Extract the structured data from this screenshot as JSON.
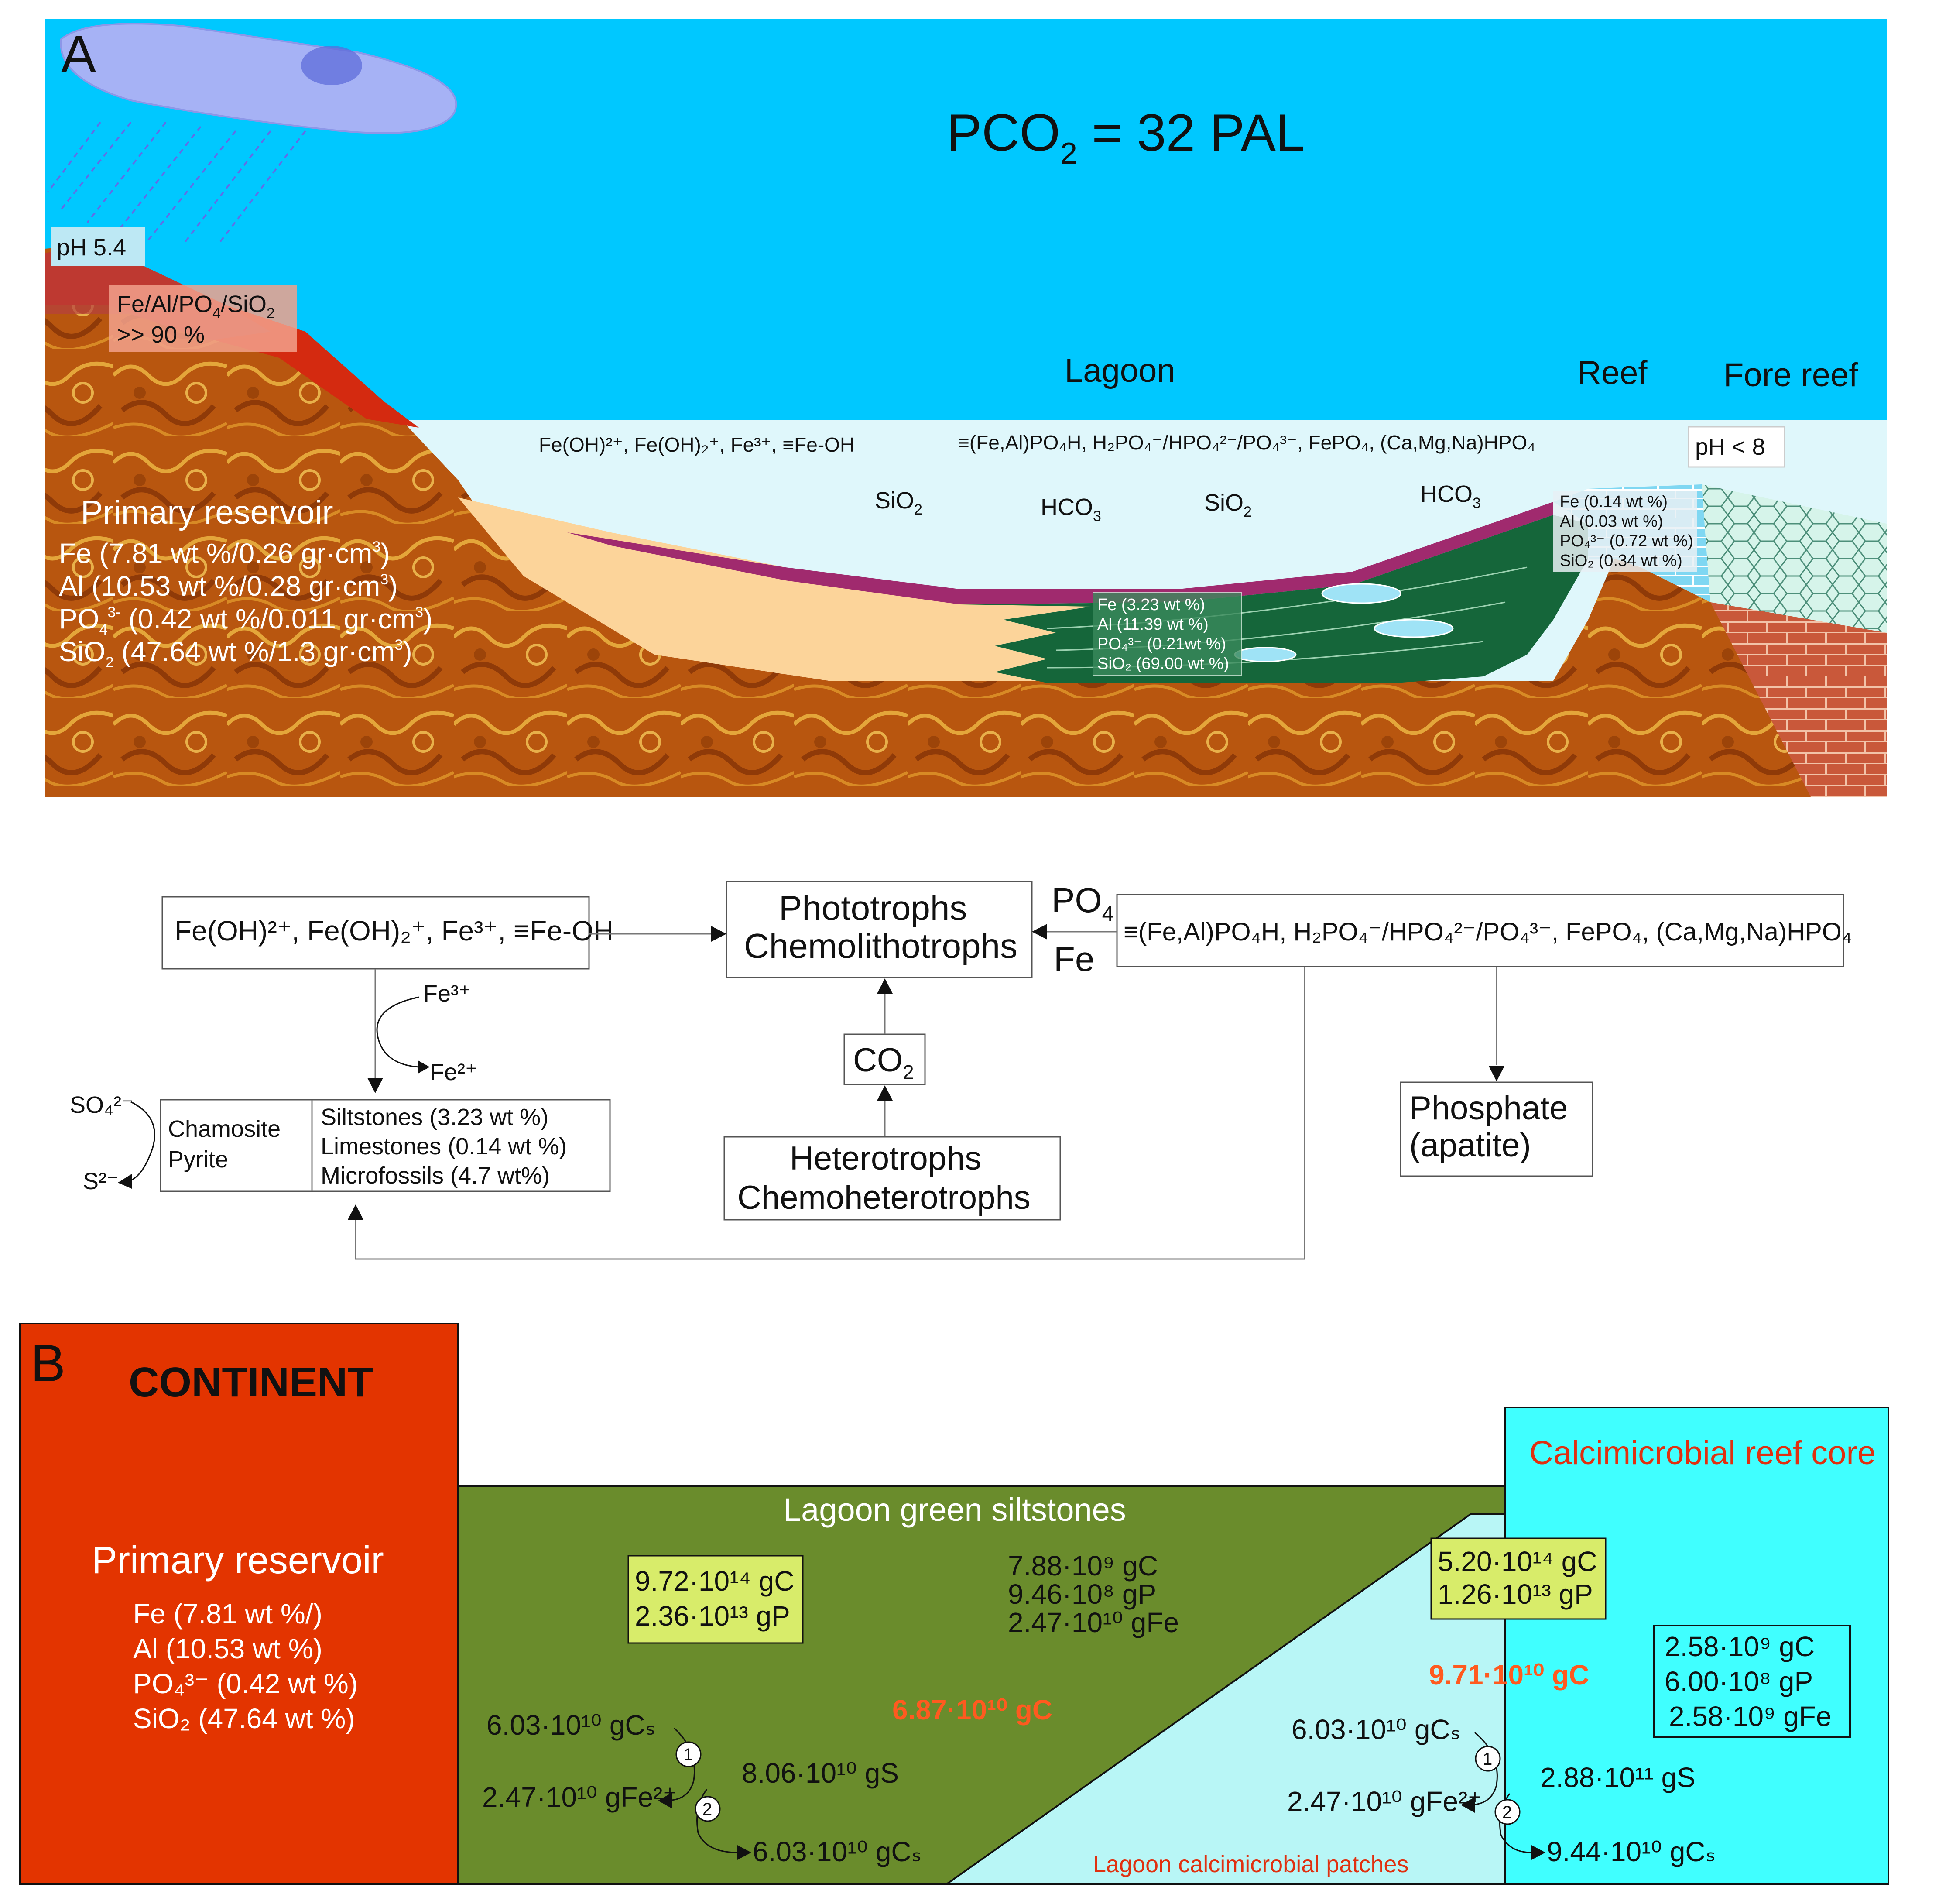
{
  "panelA": {
    "label": "A",
    "pco2": {
      "main": "PCO",
      "sub": "2",
      "rest": " = 32 PAL"
    },
    "ph_land": "pH  5.4",
    "ph_reef": "pH < 8",
    "fe_box": {
      "pre": "Fe/Al/PO",
      "sub": "4",
      "post": "/SiO",
      "sub2": "2",
      "line2": ">> 90 %"
    },
    "zones": {
      "lagoon": "Lagoon",
      "reef": "Reef",
      "forereef": "Fore reef"
    },
    "primary": {
      "title": "Primary reservoir",
      "fe": "Fe (7.81 wt %/0.26 gr·cm",
      "al": "Al (10.53 wt %/0.28 gr·cm",
      "po4": "PO",
      "po4_rest": " (0.42 wt %/0.011 gr·cm",
      "sio2": "SiO",
      "sio2_rest": " (47.64 wt %/1.3 gr·cm",
      "sup3": "3",
      "close": ")"
    },
    "water_species_left": "Fe(OH)²⁺, Fe(OH)₂⁺, Fe³⁺, ≡Fe-OH",
    "water_species_right": "≡(Fe,Al)PO₄H, H₂PO₄⁻/HPO₄²⁻/PO₄³⁻, FePO₄, (Ca,Mg,Na)HPO₄",
    "water_labels": [
      "SiO",
      "HCO",
      "SiO",
      "HCO"
    ],
    "water_subs": [
      "2",
      "3",
      "2",
      "3"
    ],
    "silt_box": [
      "Fe (3.23 wt %)",
      "Al (11.39 wt %)",
      "PO₄³⁻ (0.21wt %)",
      "SiO₂ (69.00 wt %)"
    ],
    "reef_box": [
      "Fe (0.14 wt %)",
      "Al (0.03 wt %)",
      "PO₄³⁻ (0.72 wt %)",
      "SiO₂ (0.34 wt %)"
    ]
  },
  "middle": {
    "fe_species": "Fe(OH)²⁺, Fe(OH)₂⁺, Fe³⁺, ≡Fe-OH",
    "phototrophs": [
      "Phototrophs",
      "Chemolithotrophs"
    ],
    "po4_label": "PO",
    "po4_sub": "4",
    "fe_label": "Fe",
    "p_species": "≡(Fe,Al)PO₄H, H₂PO₄⁻/HPO₄²⁻/PO₄³⁻, FePO₄, (Ca,Mg,Na)HPO₄",
    "fe3": "Fe³⁺",
    "fe2": "Fe²⁺",
    "co2": "CO",
    "co2_sub": "2",
    "so4": "SO₄²⁻",
    "s2": "S²⁻",
    "chamosite": [
      "Chamosite",
      "Pyrite"
    ],
    "rocks": [
      "Siltstones (3.23 wt %)",
      "Limestones (0.14 wt %)",
      "Microfossils (4.7 wt%)"
    ],
    "heterotrophs": [
      "Heterotrophs",
      "Chemoheterotrophs"
    ],
    "phosphate": [
      "Phosphate",
      "(apatite)"
    ]
  },
  "panelB": {
    "label": "B",
    "continent": "CONTINENT",
    "primary_title": "Primary reservoir",
    "primary_lines": [
      "Fe (7.81 wt %/)",
      "Al (10.53 wt %)",
      "PO₄³⁻ (0.42 wt %)",
      "SiO₂ (47.64 wt %)"
    ],
    "lagoon_title": "Lagoon green siltstones",
    "lagoon_box": [
      "9.72·10¹⁴ gC",
      "2.36·10¹³ gP"
    ],
    "lagoon_vals": [
      "7.88·10⁹ gC",
      "9.46·10⁸ gP",
      "2.47·10¹⁰ gFe"
    ],
    "lagoon_orange": "6.87·10¹⁰ gC",
    "lagoon_cycle": {
      "cs_in": "6.03·10¹⁰ gCₛ",
      "fe": "2.47·10¹⁰ gFe²⁺",
      "s": "8.06·10¹⁰ gS",
      "cs_out": "6.03·10¹⁰ gCₛ"
    },
    "patches_label": "Lagoon calcimicrobial patches",
    "reef_title": "Calcimicrobial reef core",
    "reef_box": [
      "5.20·10¹⁴ gC",
      "1.26·10¹³ gP"
    ],
    "reef_orange": "9.71·10¹⁰ gC",
    "reef_vals": [
      "2.58·10⁹ gC",
      "6.00·10⁸ gP",
      "2.58·10⁹ gFe"
    ],
    "reef_cycle": {
      "cs_in": "6.03·10¹⁰ gCₛ",
      "fe": "2.47·10¹⁰ gFe²⁺",
      "s": "2.88·10¹¹ gS",
      "cs_out": "9.44·10¹⁰ gCₛ"
    },
    "step1": "1",
    "step2": "2"
  },
  "colors": {
    "sky": "#00c8ff",
    "water": "#dff7fb",
    "rock": "#b8560f",
    "continent": "#e33400",
    "lagoon": "#6a8c2c",
    "reef": "#40ffff",
    "patches": "#b8f6f6",
    "orange_text": "#ff5a1f",
    "siltstone": "#15663a",
    "sand": "#fcd49a",
    "purple": "#a02a6e"
  }
}
